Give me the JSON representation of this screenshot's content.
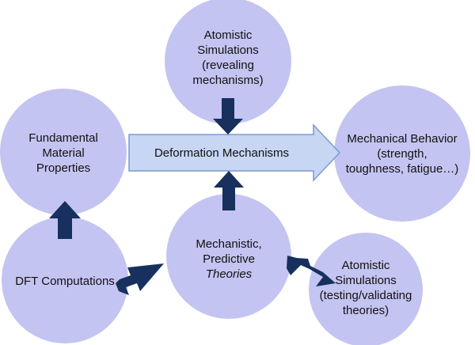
{
  "colors": {
    "circle_fill": "#c4c4f2",
    "band_fill": "#c6d6f3",
    "band_stroke": "#7d9ad1",
    "arrow_fill": "#17305e"
  },
  "nodes": {
    "atomistic_top": {
      "line1": "Atomistic",
      "line2": "Simulations",
      "line3": "(revealing",
      "line4": "mechanisms)"
    },
    "fundamental": {
      "line1": "Fundamental",
      "line2": "Material",
      "line3": "Properties"
    },
    "mechanical_behavior": {
      "line1": "Mechanical Behavior",
      "line2": "(strength,",
      "line3": "toughness, fatigue…)"
    },
    "dft": {
      "line1": "DFT Computations"
    },
    "mechanistic": {
      "line1": "Mechanistic,",
      "line2": "Predictive",
      "line3": "Theories"
    },
    "atomistic_bottom": {
      "line1": "Atomistic",
      "line2": "Simulations",
      "line3": "(testing/validating",
      "line4": "theories)"
    }
  },
  "central_arrow": {
    "label": "Deformation Mechanisms"
  }
}
